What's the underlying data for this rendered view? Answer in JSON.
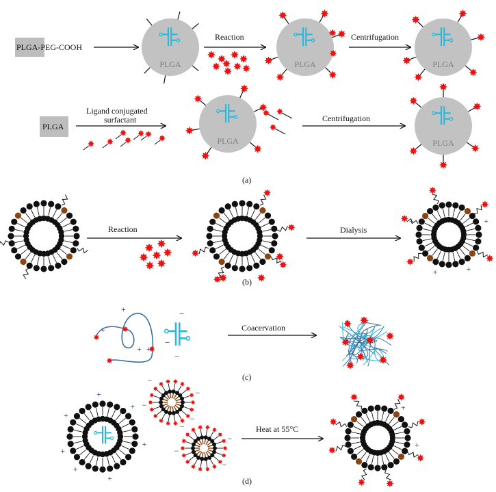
{
  "panel_a": {
    "row1": {
      "start_box": "PLGA-PEG-COOH",
      "step1_label": "Reaction",
      "step2_label": "Centrifugation",
      "sphere_label": "PLGA"
    },
    "row2": {
      "start_box": "PLGA",
      "step1_label_line1": "Ligand conjugated",
      "step1_label_line2": "surfactant",
      "step2_label": "Centrifugation",
      "sphere_label": "PLGA"
    },
    "caption": "(a)"
  },
  "panel_b": {
    "step1_label": "Reaction",
    "step2_label": "Dialysis",
    "caption": "(b)"
  },
  "panel_c": {
    "step_label": "Coacervation",
    "caption": "(c)"
  },
  "panel_d": {
    "step_label": "Heat at 55°C",
    "caption": "(d)"
  },
  "colors": {
    "ligand_red": "#ee1111",
    "sirna_cyan": "#22bbdd",
    "sphere_gray": "#c2c2c2",
    "lipid_head_black": "#111111",
    "lipid_brown": "#8b4513",
    "polymer_blue": "#3a6fa0",
    "charge_navy": "#1a2a6a"
  },
  "icons": {
    "red_star": "ligand-star-icon",
    "cyan_strand": "sirna-icon"
  }
}
